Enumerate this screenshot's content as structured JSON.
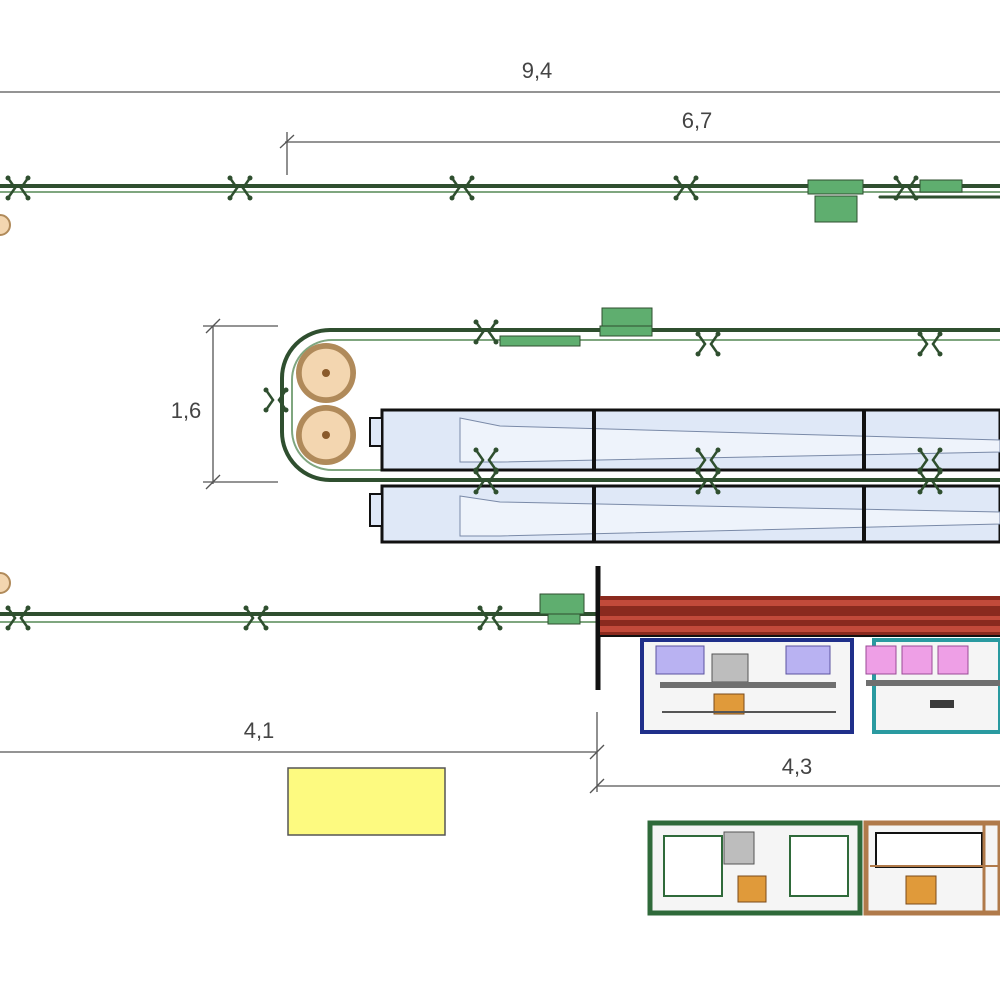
{
  "dimensions": {
    "overall_length": "9,4",
    "upper_return_length": "6,7",
    "loop_width": "1,6",
    "lower_left_length": "4,1",
    "lower_right_length": "4,3"
  },
  "colors": {
    "rail_green": "#2f4f2f",
    "rail_light": "#7fa67f",
    "drive_green": "#5fae6f",
    "sprocket_fill": "#f3d6b0",
    "sprocket_rim": "#b08a5a",
    "tank_fill": "#dfe8f7",
    "tank_frame": "#111111",
    "brush_band": "#8a2a1e",
    "cabinet_blue": "#1f2f8a",
    "cabinet_teal": "#2a9aa0",
    "cabinet_green": "#2f6a3a",
    "cabinet_brown": "#b07a4a",
    "cup_lavender": "#b9b2f2",
    "cup_pink": "#ee9fe6",
    "accent_orange": "#e09a3a",
    "yellow_box": "#fdfa80"
  }
}
